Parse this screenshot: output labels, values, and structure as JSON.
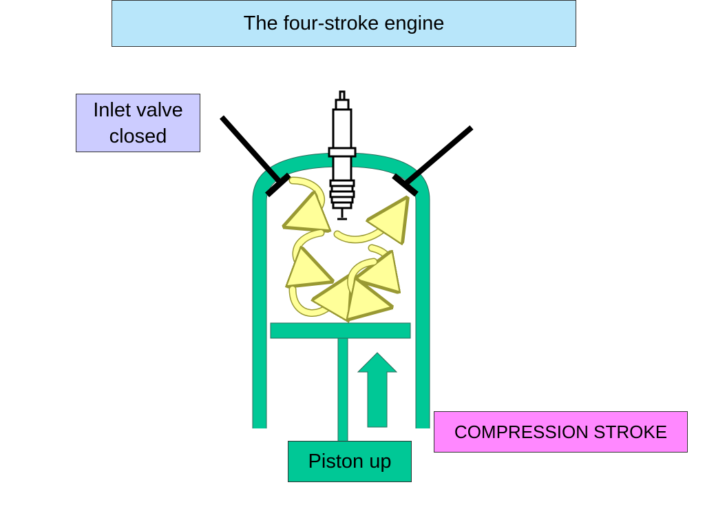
{
  "title": "The four-stroke engine",
  "labels": {
    "inlet_line1": "Inlet valve",
    "inlet_line2": "closed",
    "stroke": "COMPRESSION STROKE",
    "piston": "Piston up"
  },
  "colors": {
    "cylinder": "#00c896",
    "valve": "#000000",
    "swirl_fill": "#ffff99",
    "swirl_stroke": "#999933",
    "title_bg": "#b8e6fa",
    "inlet_bg": "#ccccff",
    "stroke_bg": "#ff88ff",
    "piston_bg": "#00c896"
  },
  "icons": {
    "spark_plug": "spark-plug-icon",
    "piston_direction": "arrow-up-icon",
    "gas_motion": "swirl-arrow-icon"
  }
}
